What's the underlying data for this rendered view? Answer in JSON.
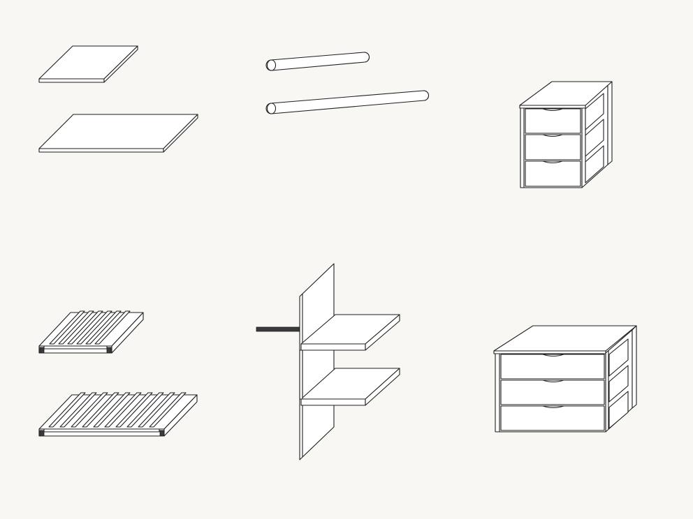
{
  "colors": {
    "background": "#f9f7f4",
    "line": "#1e1e1e",
    "fill": "#ffffff"
  },
  "components": [
    {
      "id": "shelf-small",
      "icon": "flat-shelf-panel-icon"
    },
    {
      "id": "shelf-large",
      "icon": "flat-shelf-panel-icon"
    },
    {
      "id": "rail-short",
      "icon": "hanging-rail-icon"
    },
    {
      "id": "rail-long",
      "icon": "hanging-rail-icon"
    },
    {
      "id": "drawer-unit-narrow",
      "icon": "three-drawer-unit-icon"
    },
    {
      "id": "shoe-rack-small",
      "icon": "slatted-shoe-rack-icon"
    },
    {
      "id": "shoe-rack-large",
      "icon": "slatted-shoe-rack-icon"
    },
    {
      "id": "shelf-divider-unit",
      "icon": "divider-with-shelves-icon"
    },
    {
      "id": "drawer-unit-wide",
      "icon": "three-drawer-unit-icon"
    }
  ]
}
